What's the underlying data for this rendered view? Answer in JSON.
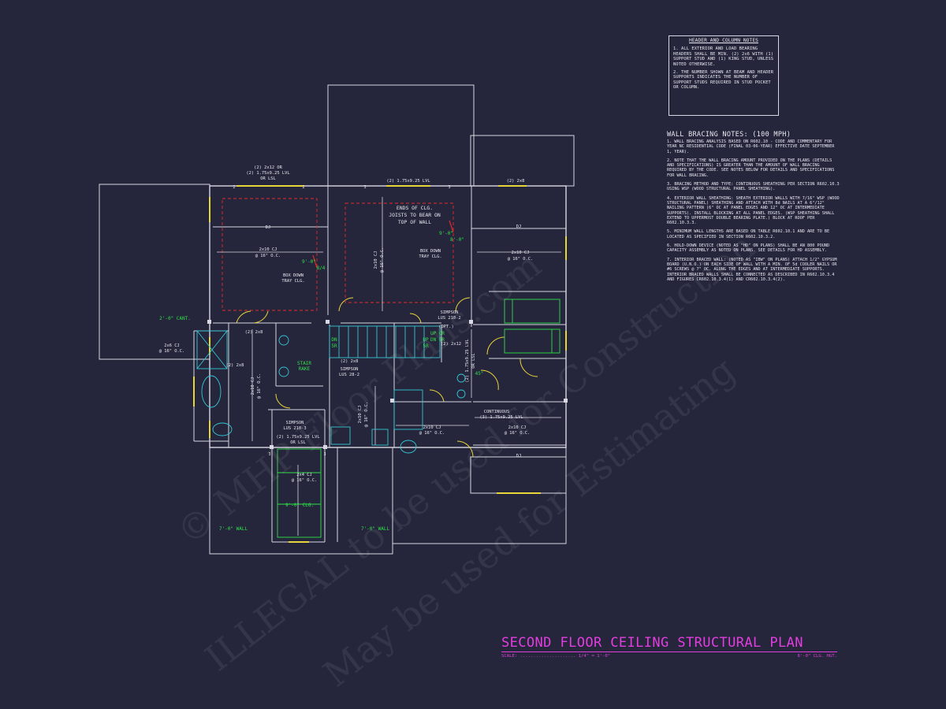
{
  "header_notes": {
    "title": "HEADER AND COLUMN NOTES",
    "items": [
      "1. ALL EXTERIOR AND LOAD BEARING HEADERS SHALL BE MIN. (2) 2x6 WITH (1) SUPPORT STUD AND (1) KING STUD, UNLESS NOTED OTHERWISE.",
      "2. THE NUMBER SHOWN AT BEAM AND HEADER SUPPORTS INDICATES THE NUMBER OF SUPPORT STUDS REQUIRED IN STUD POCKET OR COLUMN."
    ]
  },
  "wall_bracing_notes": {
    "title": "WALL BRACING NOTES: (100 MPH)",
    "items": [
      "1. WALL BRACING ANALYSIS BASED ON R602.10 - CODE AND COMMENTARY FOR YEAR NC RESIDENTIAL CODE (FINAL 03-06-YEAR) EFFECTIVE DATE SEPTEMBER 1, YEAR).",
      "2. NOTE THAT THE WALL BRACING AMOUNT PROVIDED ON THE PLANS (DETAILS AND SPECIFICATIONS) IS GREATER THAN THE AMOUNT OF WALL BRACING REQUIRED BY THE CODE. SEE NOTES BELOW FOR DETAILS AND SPECIFICATIONS FOR WALL BRACING.",
      "3. BRACING METHOD AND TYPE: CONTINUOUS SHEATHING PER SECTION R602.10.3 USING WSP (WOOD STRUCTURAL PANEL SHEATHING).",
      "4. EXTERIOR WALL SHEATHING: SHEATH EXTERIOR WALLS WITH 7/16\" WSP (WOOD STRUCTURAL PANEL) SHEATHING AND ATTACH WITH 8d NAILS AT A 6\"/12\" NAILING PATTERN (6\" OC AT PANEL EDGES AND 12\" OC AT INTERMEDIATE SUPPORTS). INSTALL BLOCKING AT ALL PANEL EDGES. (WSP SHEATHING SHALL EXTEND TO UPPERMOST DOUBLE BEARING PLATE.) BLOCK AT ROOF PER R602.10.3.3.",
      "5. MINIMUM WALL LENGTHS ARE BASED ON TABLE R602.10.1 AND ARE TO BE LOCATED AS SPECIFIED IN SECTION R602.10.3.2.",
      "6. HOLD-DOWN DEVICE (NOTED AS \"HD\" ON PLANS) SHALL BE AN 800 POUND CAPACITY ASSEMBLY AS NOTED ON PLANS. SEE DETAILS FOR HD ASSEMBLY.",
      "7. INTERIOR BRACED WALL: (NOTED AS \"IBW\" ON PLANS) ATTACH 1/2\" GYPSUM BOARD (U.N.O.) ON EACH SIDE OF WALL WITH A MIN. OF 5d COOLER NAILS OR #6 SCREWS @ 7\" OC. ALONG THE EDGES AND AT INTERMEDIATE SUPPORTS. INTERIOR BRACED WALLS SHALL BE CONNECTED AS DESCRIBED IN R602.10.3.4 AND FIGURES CR602.10.3.4(1) AND CR602.10.3.4(2)."
    ]
  },
  "title_block": {
    "title": "SECOND FLOOR CEILING STRUCTURAL PLAN",
    "scale_label": "SCALE:",
    "scale_value": "1/4\" = 1'-0\"",
    "ceiling_height": "8'-0\" CLG. HGT."
  },
  "watermark": {
    "line1": "© MHP Floor Plans.com",
    "line2": "ILLEGAL to be used for Construction",
    "line3": "May be used for Estimating"
  },
  "plan_labels": {
    "hdr_top_left": "(2) 2x12 OR",
    "hdr_top_left_2": "(2) 1.75x9.25 LVL",
    "hdr_top_left_3": "OR LSL",
    "hdr_top_mid": "(2) 1.75x9.25 LVL",
    "hdr_top_right": "(2) 2x8",
    "dj_left": "DJ",
    "dj_right": "DJ",
    "dj_bottom": "DJ",
    "cj_left": "2x10 CJ",
    "cj_left_oc": "@ 16\" O.C.",
    "cj_mid": "2x10 CJ",
    "cj_mid_oc": "@ 16\" O.C.",
    "cj_right": "2x10 CJ",
    "cj_right_oc": "@ 16\" O.C.",
    "ends_clg_1": "ENDS OF CLG.",
    "ends_clg_2": "JOISTS TO BEAR ON",
    "ends_clg_3": "TOP OF WALL",
    "box_down_left_1": "BOX DOWN",
    "box_down_left_2": "TRAY CLG.",
    "box_down_mid_1": "BOX DOWN",
    "box_down_mid_2": "TRAY CLG.",
    "hgt_9_0_a": "9'-0\"",
    "hgt_8_4": "8/4",
    "hgt_9_0_b": "9'-0\"",
    "hgt_8_0": "8'-0\"",
    "cant": "2'-0\" CANT.",
    "cj_2x6": "2x6 CJ",
    "cj_2x6_oc": "@ 16\" O.C.",
    "hdr_2x8_a": "(2) 2x8",
    "hdr_2x8_b": "(2) 2x8",
    "hdr_2x8_c": "(2) 2x8",
    "cj_2x10_v1": "2x10 CJ",
    "cj_2x10_v1_oc": "@ 16\" O.C.",
    "stair_rake_1": "STAIR",
    "stair_rake_2": "RAKE",
    "simpson_a_1": "SIMPSON",
    "simpson_a_2": "LUS 28-2",
    "simpson_b_1": "SIMPSON",
    "simpson_b_2": "LUS 210-2",
    "simpson_c_1": "SIMPSON",
    "simpson_c_2": "LUS 210-3",
    "opt": "(OPT.)",
    "dn_1": "DN",
    "dn_2": "5R",
    "up_1": "UP",
    "up_2": "5R",
    "up_or_1": "UP OR",
    "up_or_2": "DN 5R",
    "hdr_2x12": "(2) 2x12",
    "hdr_v_lvl": "(2) 1.75x9.25 LVL",
    "hdr_v_lvl_2": "OR LSL",
    "hdr_lvl_lsl_1": "(2) 1.75x9.25 LVL",
    "hdr_lvl_lsl_2": "OR LSL",
    "deg_45": "45°",
    "cj_2x10_a": "2x10 CJ",
    "cj_2x10_a_oc": "@ 16\" O.C.",
    "cj_2x10_b": "2x10 CJ",
    "cj_2x10_b_oc": "@ 16\" O.C.",
    "cj_2x10_c": "2x10 CJ",
    "cj_2x10_c_oc": "@ 16\" O.C.",
    "cont_1": "CONTINUOUS",
    "cont_2": "(3) 1.75x9.25 LVL",
    "cj_2x4": "2x4 CJ",
    "cj_2x4_oc": "@ 16\" O.C.",
    "clg_9_0": "9'-0\" CLG.",
    "wall_7_left": "7'-0\" WALL",
    "wall_7_right": "7'-0\" WALL",
    "num_2": "2",
    "num_3": "3"
  },
  "colors": {
    "background": "#25263b",
    "wall": "#d8d8e2",
    "accent_green": "#2fe04a",
    "accent_red": "#e22a2a",
    "accent_cyan": "#33c6d6",
    "accent_yellow": "#e8d53a",
    "title_magenta": "#e23ddf"
  }
}
